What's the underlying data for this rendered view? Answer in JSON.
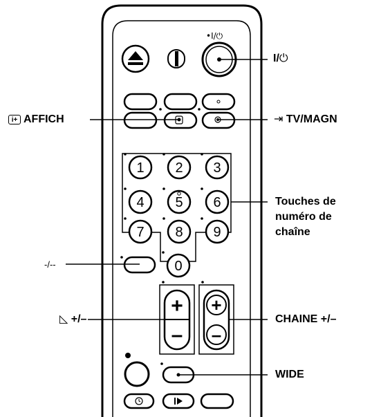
{
  "labels": {
    "power": {
      "prefix": "I/",
      "symbol": "⏻"
    },
    "affich": {
      "icon": "i+",
      "text": "AFFICH"
    },
    "tv_magn": {
      "symbol": "⇥",
      "text": "TV/MAGN"
    },
    "touches": "Touches de\nnuméro de\nchaîne",
    "dash": "-/--",
    "volume": {
      "symbol": "◺",
      "text": "+/–"
    },
    "chaine": "CHAINE +/–",
    "wide": "WIDE"
  },
  "remote": {
    "power_mark": "•I/⏻",
    "digits": [
      "1",
      "2",
      "3",
      "4",
      "5",
      "6",
      "7",
      "8",
      "9",
      "0"
    ],
    "plus": "+",
    "minus": "–"
  }
}
